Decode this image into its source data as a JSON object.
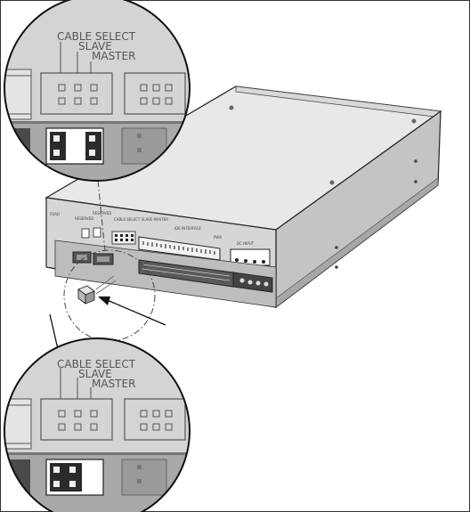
{
  "callout_top": {
    "cable_select": "CABLE SELECT",
    "slave": "SLAVE",
    "master": "MASTER"
  },
  "callout_bottom": {
    "cable_select": "CABLE SELECT",
    "slave": "SLAVE",
    "master": "MASTER"
  },
  "drive": {
    "panel_left": "FDAD",
    "label_jumper_a": "RESERVED",
    "label_jumper_b": "RESERVED",
    "label_jumper_c": "CABLE SELECT SLAVE MASTER",
    "label_ide": "IDE INTERFACE",
    "label_pwr_a": "PWR",
    "label_dc": "DC INPUT"
  },
  "colors": {
    "outline": "#222222",
    "body_top": "#e6e6e6",
    "body_side": "#c4c4c4",
    "body_front": "#d6d6d6",
    "callout_fill": "#d4d4d4",
    "jumper_dark": "#2b2b2b"
  }
}
